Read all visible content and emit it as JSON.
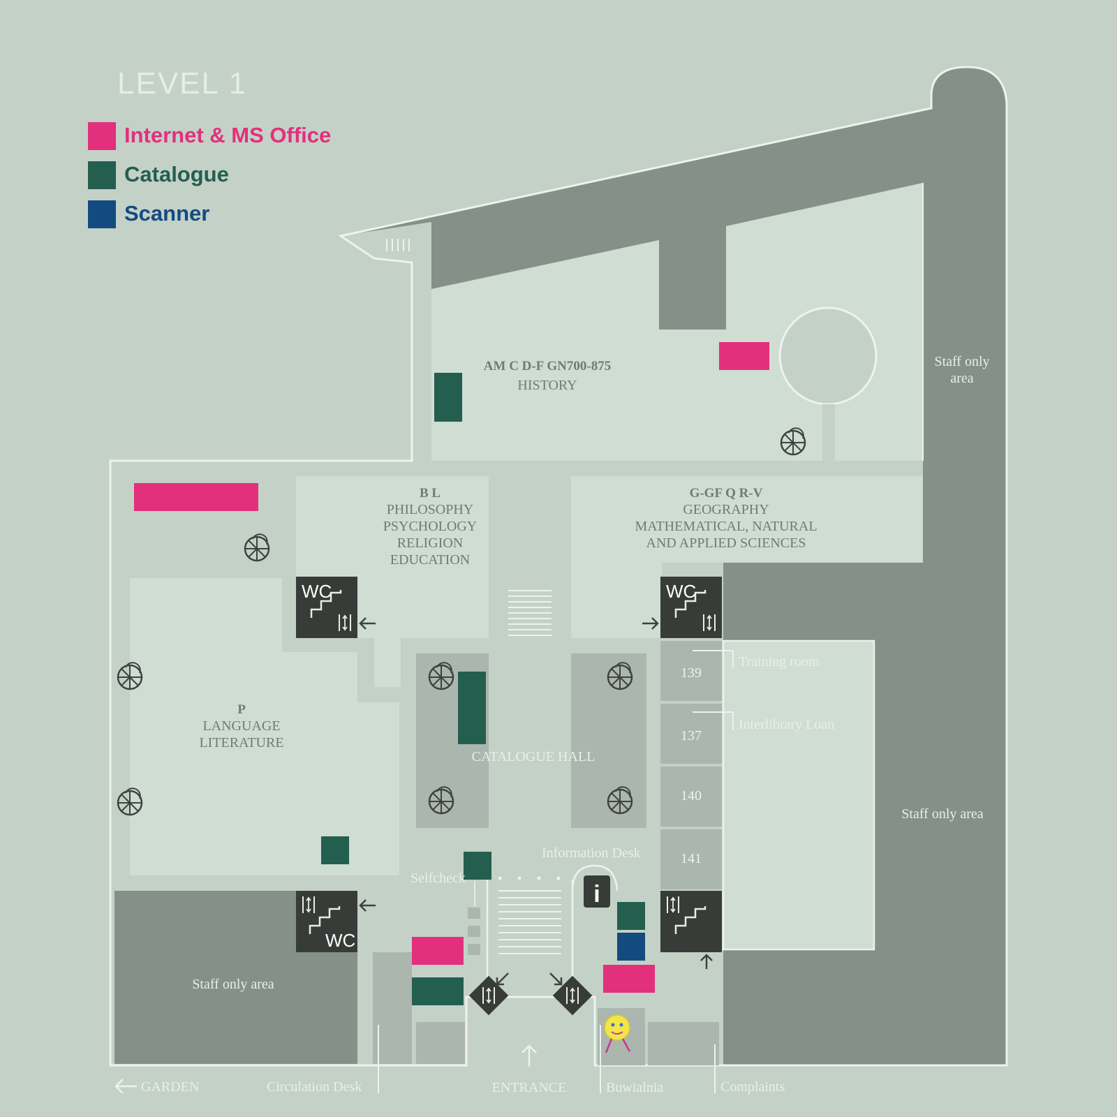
{
  "title": "LEVEL 1",
  "colors": {
    "background": "#c4d1c7",
    "floor": "#cfddd3",
    "staff_area": "#859088",
    "service_block": "#383c39",
    "internet": "#e2307c",
    "catalogue": "#245e4e",
    "scanner": "#134b80"
  },
  "legend": [
    {
      "label": "Internet & MS Office",
      "color": "#e2307c"
    },
    {
      "label": "Catalogue",
      "color": "#245e4e"
    },
    {
      "label": "Scanner",
      "color": "#134b80"
    }
  ],
  "zones": {
    "history": {
      "code": "AM C D-F GN700-875",
      "name": "HISTORY"
    },
    "philosophy": {
      "code": "B L",
      "lines": [
        "PHILOSOPHY",
        "PSYCHOLOGY",
        "RELIGION",
        "EDUCATION"
      ]
    },
    "geography": {
      "code": "G-GF Q R-V",
      "lines": [
        "GEOGRAPHY",
        "MATHEMATICAL, NATURAL",
        "AND APPLIED SCIENCES"
      ]
    },
    "language": {
      "code": "P",
      "lines": [
        "LANGUAGE",
        "LITERATURE"
      ]
    },
    "catalogue_hall": "CATALOGUE HALL"
  },
  "staff_labels": {
    "top_right": [
      "Staff only",
      "area"
    ],
    "right": "Staff only area",
    "bottom_left": "Staff only area"
  },
  "rooms": [
    "139",
    "137",
    "140",
    "141"
  ],
  "room_labels": {
    "training": "Training room",
    "interlibrary": "Interlibrary Loan"
  },
  "labels": {
    "information_desk": "Information Desk",
    "selfcheck": "Selfcheck",
    "wc": "WC",
    "info_glyph": "i"
  },
  "bottom": {
    "garden": "GARDEN",
    "circulation": "Circulation Desk",
    "entrance": "ENTRANCE",
    "buwialnia": "Buwialnia",
    "complaints": "Complaints"
  }
}
